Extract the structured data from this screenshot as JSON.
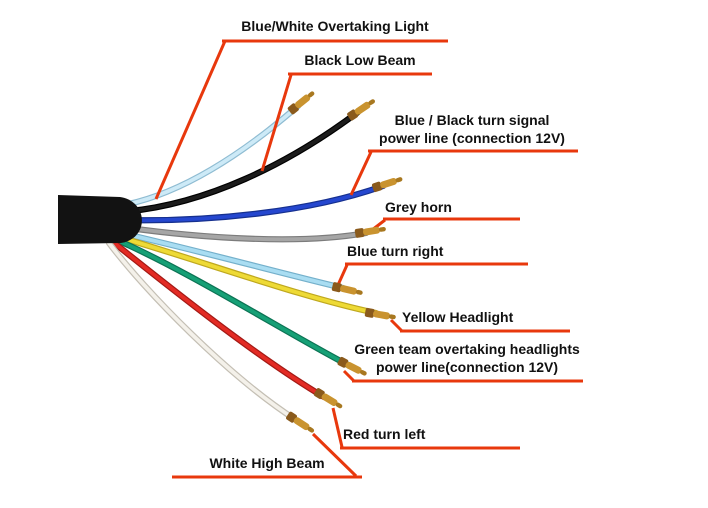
{
  "colors": {
    "background": "#ffffff",
    "leader": "#e8380d",
    "cable": "#121212",
    "connector_barrel": "#c9932f",
    "connector_crimp": "#8a5a1c",
    "connector_tip": "#a87820"
  },
  "wires": [
    {
      "name": "blue-white-overtaking-wire",
      "color": "#cdeaf7",
      "edge": "#8fbcd2"
    },
    {
      "name": "black-low-beam-wire",
      "color": "#1c1c1c",
      "edge": "#000000"
    },
    {
      "name": "blue-black-turn-signal-wire",
      "color": "#2547cf",
      "edge": "#16308f"
    },
    {
      "name": "grey-horn-wire",
      "color": "#a6a6a6",
      "edge": "#7c7c7c"
    },
    {
      "name": "blue-turn-right-wire",
      "color": "#a9ddf2",
      "edge": "#74b0cb"
    },
    {
      "name": "yellow-headlight-wire",
      "color": "#eeda35",
      "edge": "#bfa81f"
    },
    {
      "name": "green-overtaking-wire",
      "color": "#16a076",
      "edge": "#0c7354"
    },
    {
      "name": "red-turn-left-wire",
      "color": "#e32b24",
      "edge": "#a31a15"
    },
    {
      "name": "white-high-beam-wire",
      "color": "#f4f1ea",
      "edge": "#c4bfb4"
    }
  ],
  "labels": [
    {
      "lines": [
        "Blue/White Overtaking Light"
      ]
    },
    {
      "lines": [
        "Black Low Beam"
      ]
    },
    {
      "lines": [
        "Blue / Black turn signal",
        "power line (connection 12V)"
      ]
    },
    {
      "lines": [
        "Grey horn"
      ]
    },
    {
      "lines": [
        "Blue turn right"
      ]
    },
    {
      "lines": [
        "Yellow Headlight"
      ]
    },
    {
      "lines": [
        "Green team overtaking headlights",
        "power line(connection 12V)"
      ]
    },
    {
      "lines": [
        "Red turn left"
      ]
    },
    {
      "lines": [
        "White High Beam"
      ]
    }
  ]
}
